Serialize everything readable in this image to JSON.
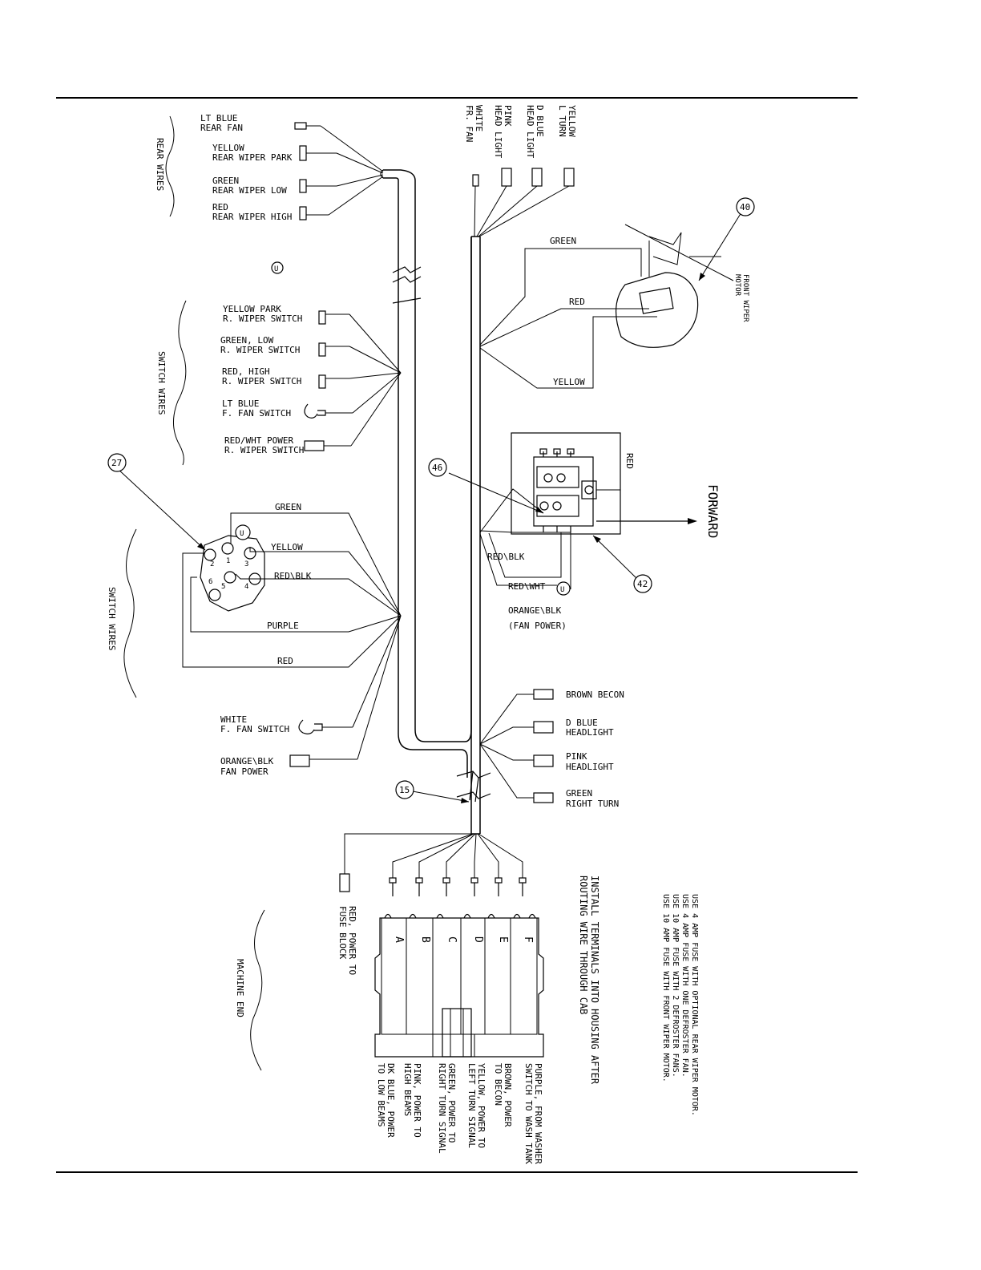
{
  "rear_wires": {
    "group_label": "REAR WIRES",
    "items": [
      {
        "l1": "LT BLUE",
        "l2": "REAR FAN"
      },
      {
        "l1": "YELLOW",
        "l2": "REAR WIPER PARK"
      },
      {
        "l1": "GREEN",
        "l2": "REAR WIPER LOW"
      },
      {
        "l1": "RED",
        "l2": "REAR WIPER HIGH"
      }
    ]
  },
  "top_wires": [
    {
      "l1": "WHITE",
      "l2": "FR. FAN"
    },
    {
      "l1": "PINK",
      "l2": "HEAD LIGHT"
    },
    {
      "l1": "D BLUE",
      "l2": "HEAD LIGHT"
    },
    {
      "l1": "YELLOW",
      "l2": "L TURN"
    }
  ],
  "switch_wires_1": {
    "group_label": "SWITCH WIRES",
    "items": [
      {
        "l1": "YELLOW PARK",
        "l2": "R. WIPER SWITCH"
      },
      {
        "l1": "GREEN, LOW",
        "l2": "R. WIPER SWITCH"
      },
      {
        "l1": "RED, HIGH",
        "l2": "R. WIPER SWITCH"
      },
      {
        "l1": "LT BLUE",
        "l2": "F. FAN SWITCH"
      },
      {
        "l1": "RED/WHT POWER",
        "l2": "R. WIPER SWITCH"
      }
    ]
  },
  "motor": {
    "green": "GREEN",
    "red": "RED",
    "yellow": "YELLOW",
    "label_l1": "FRONT WIPER",
    "label_l2": "MOTOR"
  },
  "callouts": {
    "c40": "40",
    "c46": "46",
    "c27": "27",
    "c42": "42",
    "c15": "15",
    "u_mark": "U"
  },
  "switch_module": {
    "red": "RED",
    "red_blk": "RED\\BLK",
    "red_wht": "RED\\WHT",
    "orange_blk": "ORANGE\\BLK",
    "fan_power": "(FAN POWER)"
  },
  "forward": "FORWARD",
  "switch_wires_2": {
    "group_label": "SWITCH WIRES",
    "wires": [
      "GREEN",
      "YELLOW",
      "RED\\BLK",
      "PURPLE",
      "RED"
    ],
    "pins": [
      "1",
      "2",
      "3",
      "4",
      "5",
      "6"
    ]
  },
  "lower_left": [
    {
      "l1": "WHITE",
      "l2": "F. FAN SWITCH"
    },
    {
      "l1": "ORANGE\\BLK",
      "l2": "FAN POWER"
    }
  ],
  "right_group": [
    {
      "l1": "BROWN  BECON",
      "l2": ""
    },
    {
      "l1": "D  BLUE",
      "l2": "HEADLIGHT"
    },
    {
      "l1": "PINK",
      "l2": "HEADLIGHT"
    },
    {
      "l1": "GREEN",
      "l2": "RIGHT  TURN"
    }
  ],
  "machine_end": {
    "label": "MACHINE END",
    "fuse_l1": "RED, POWER TO",
    "fuse_l2": "FUSE BLOCK",
    "pins": [
      "A",
      "B",
      "C",
      "D",
      "E",
      "F"
    ],
    "pin_notes": [
      [
        "DK BLUE, POWER",
        "TO LOW BEAMS"
      ],
      [
        "PINK, POWER TO",
        "HIGH BEAMS"
      ],
      [
        "GREEN, POWER TO",
        "RIGHT TURN SIGNAL"
      ],
      [
        "YELLOW, POWER TO",
        "LEFT TURN SIGNAL"
      ],
      [
        "BROWN, POWER",
        "TO BECON"
      ],
      [
        "PURPLE, FROM WASHER",
        "SWITCH TO WASH TANK"
      ]
    ]
  },
  "install_note": [
    "INSTALL TERMINALS INTO HOUSING AFTER",
    "ROUTING WIRE THROUGH CAB"
  ],
  "fuse_notes": [
    "USE 4 AMP FUSE WITH OPTIONAL REAR WIPER MOTOR.",
    "USE 4 AMP FUSE WITH ONE DEFROSTER FAN.",
    "USE 10 AMP FUSE WITH 2 DEFROSTER FANS.",
    "USE 10 AMP FUSE WITH FRONT WIPER MOTOR."
  ]
}
